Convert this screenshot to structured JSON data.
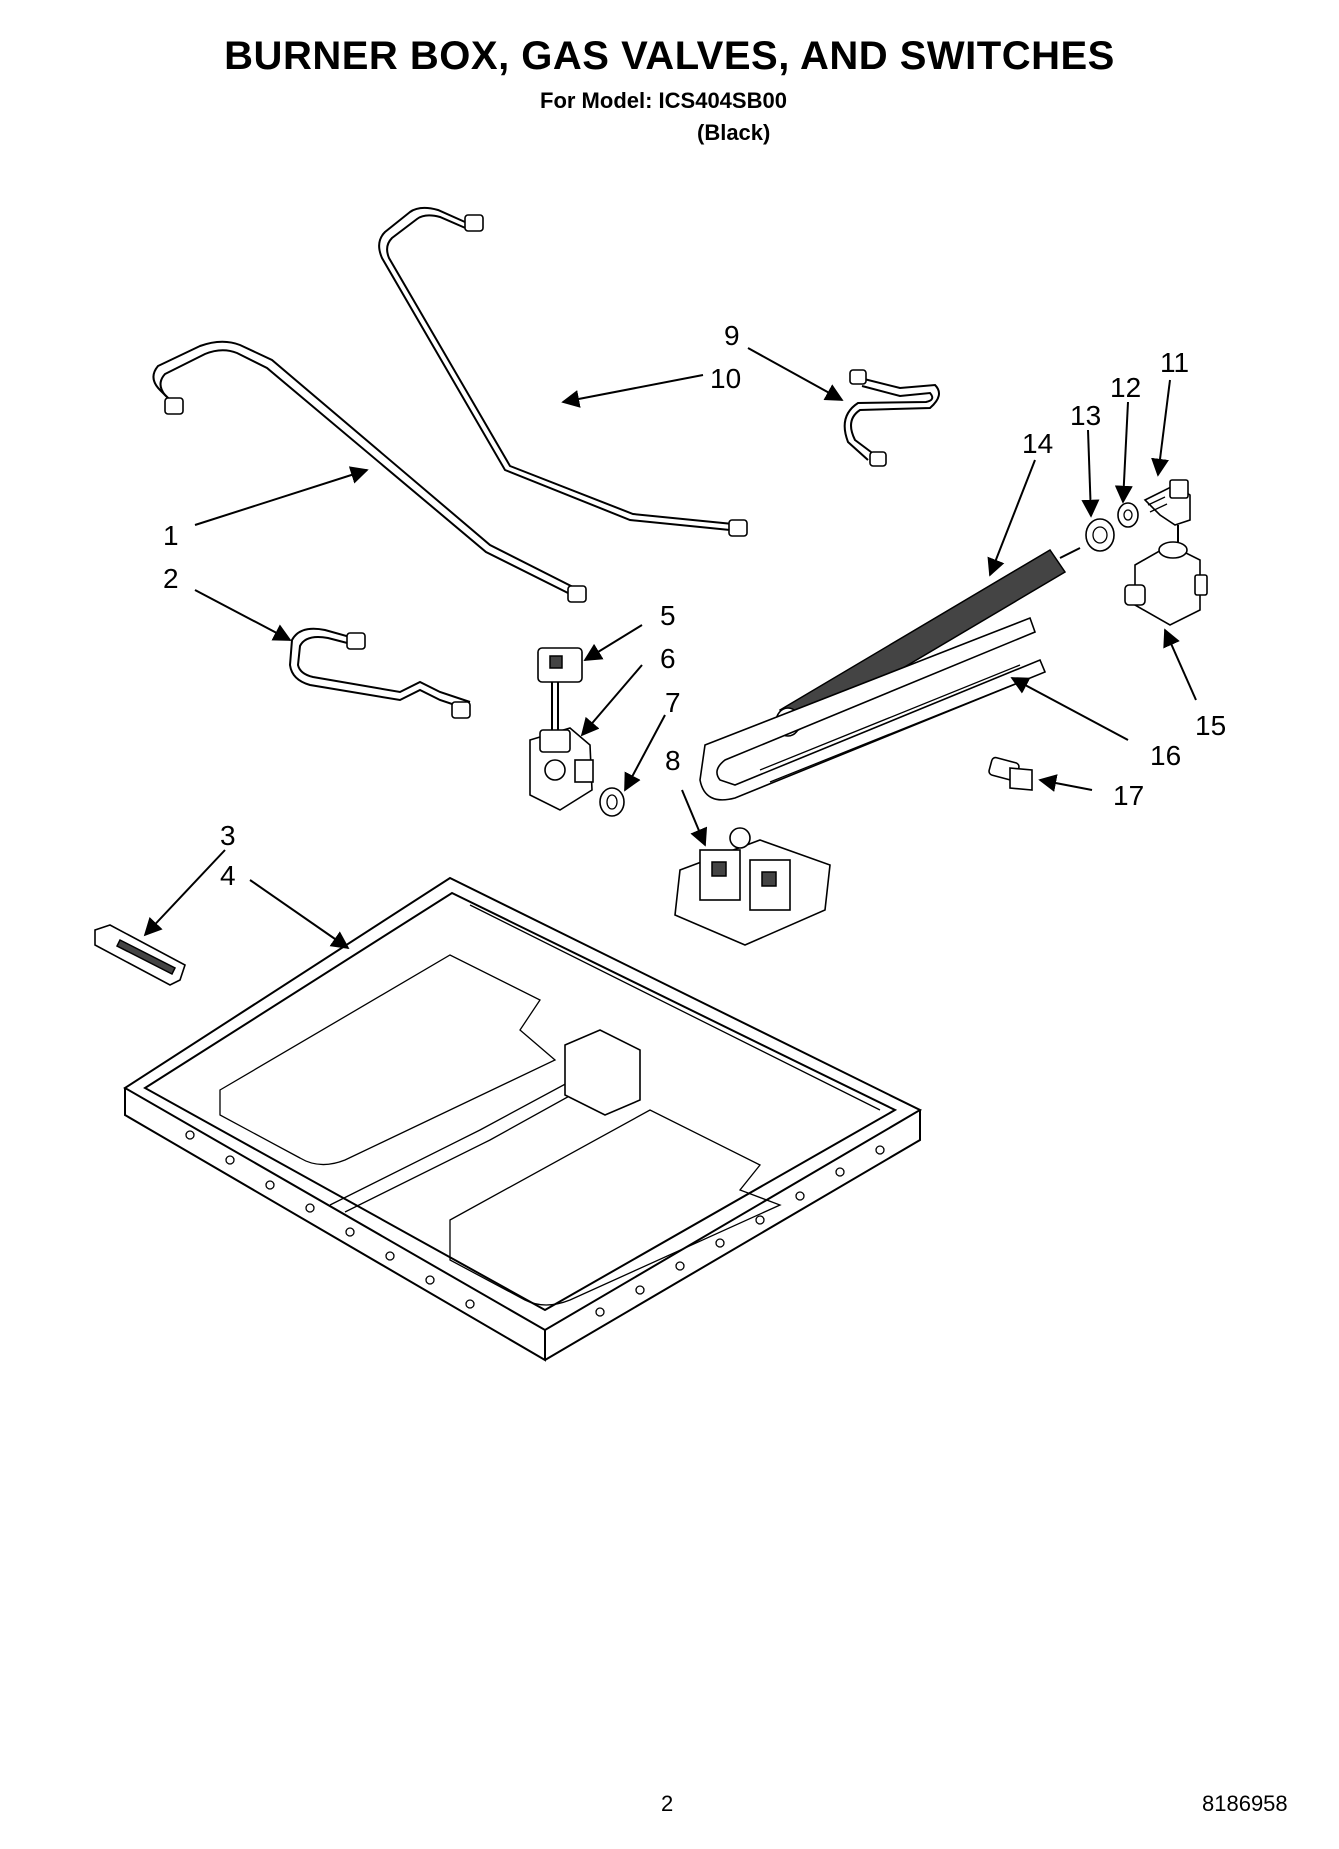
{
  "header": {
    "title": "BURNER BOX, GAS VALVES, AND SWITCHES",
    "model_line": "For Model: ICS404SB00",
    "color_line": "(Black)"
  },
  "footer": {
    "page_number": "2",
    "document_number": "8186958"
  },
  "callouts": [
    "1",
    "2",
    "3",
    "4",
    "5",
    "6",
    "7",
    "8",
    "9",
    "10",
    "11",
    "12",
    "13",
    "14",
    "15",
    "16",
    "17"
  ]
}
